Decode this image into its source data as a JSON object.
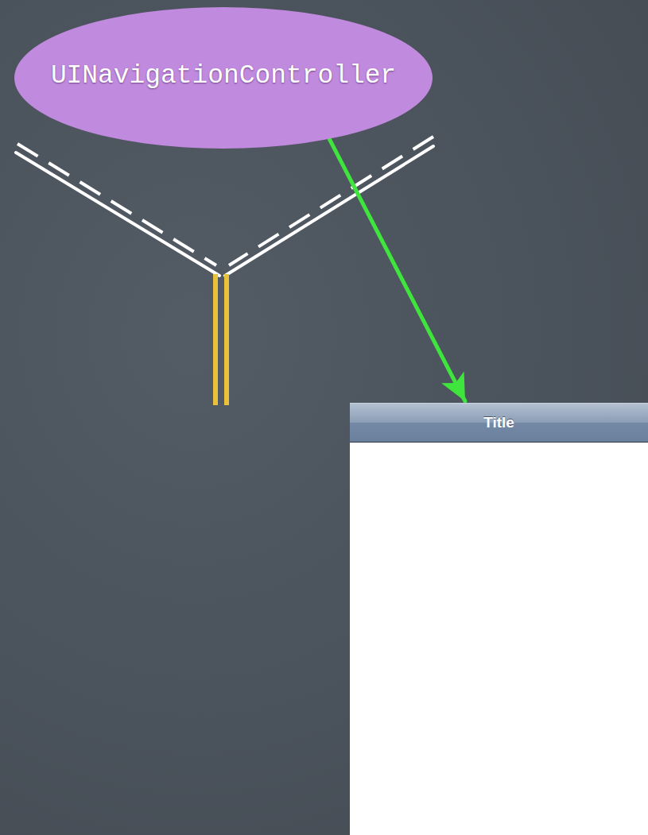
{
  "diagram": {
    "nodes": [
      {
        "text": [
          "UINavigationController"
        ]
      },
      {
        "text": [
          "Title"
        ]
      }
    ],
    "edges": [
      {
        "from": 0,
        "to": 1,
        "arrow": "to"
      }
    ]
  }
}
